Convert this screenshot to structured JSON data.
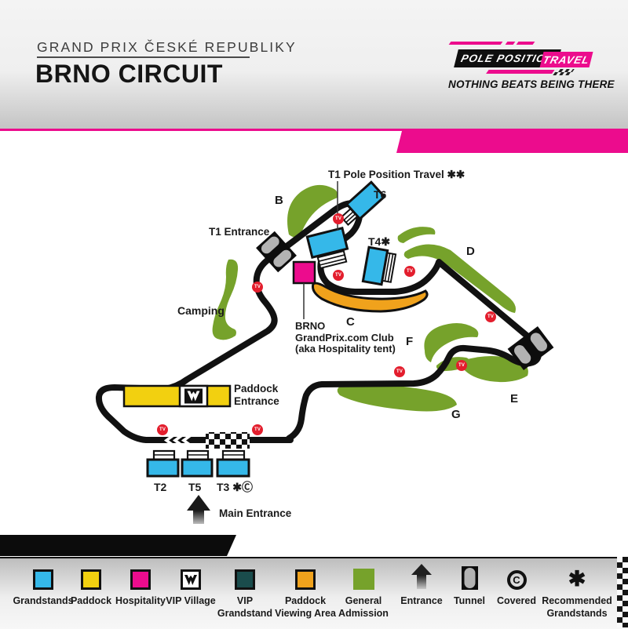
{
  "header": {
    "subtitle": "GRAND PRIX ČESKÉ REPUBLIKY",
    "title": "BRNO CIRCUIT",
    "logo": {
      "name_left": "POLE POSITION",
      "name_right": "TRAVEL",
      "tagline": "NOTHING BEATS BEING THERE"
    }
  },
  "map": {
    "t1_grandstand_label": "T1 Pole Position Travel ✱✱",
    "labels": {
      "t6": "T6",
      "t4": "T4✱",
      "t1_entrance": "T1 Entrance",
      "camping": "Camping",
      "hospitality": "BRNO\nGrandPrix.com Club\n(aka Hospitality tent)",
      "paddock_entrance": "Paddock\nEntrance",
      "main_entrance": "Main Entrance",
      "t2": "T2",
      "t5": "T5",
      "t3": "T3 ✱Ⓒ"
    },
    "sections": {
      "b": "B",
      "c": "C",
      "d": "D",
      "e": "E",
      "f": "F",
      "g": "G"
    },
    "tv_label": "TV"
  },
  "icons": {
    "covered_glyph": "C",
    "recommended_glyph": "✱"
  },
  "colors": {
    "accent_pink": "#ec0c8d",
    "grandstand_blue": "#35b8e9",
    "paddock_yellow": "#f2d010",
    "hospitality_pink": "#ec0c8d",
    "vip_grandstand_teal": "#1a4c4c",
    "paddock_viewing_orange": "#f0a21c",
    "general_admission_green": "#76a22b",
    "tv_red": "#e31e2d",
    "track_black": "#111111"
  },
  "legend": {
    "items": [
      {
        "label": "Grandstands",
        "type": "swatch",
        "color": "#35b8e9"
      },
      {
        "label": "Paddock",
        "type": "swatch",
        "color": "#f2d010"
      },
      {
        "label": "Hospitality",
        "type": "swatch",
        "color": "#ec0c8d"
      },
      {
        "label": "VIP Village",
        "type": "swatch-icon",
        "color": "#ffffff"
      },
      {
        "label": "VIP\nGrandstand",
        "type": "swatch",
        "color": "#1a4c4c"
      },
      {
        "label": "Paddock\nViewing Area",
        "type": "swatch",
        "color": "#f0a21c"
      },
      {
        "label": "General\nAdmission",
        "type": "swatch",
        "color": "#76a22b"
      },
      {
        "label": "Entrance",
        "type": "icon",
        "icon": "entrance-arrow"
      },
      {
        "label": "Tunnel",
        "type": "icon",
        "icon": "tunnel"
      },
      {
        "label": "Covered",
        "type": "icon",
        "icon": "covered-c"
      },
      {
        "label": "Recommended\nGrandstands",
        "type": "icon",
        "icon": "asterisk"
      }
    ]
  }
}
